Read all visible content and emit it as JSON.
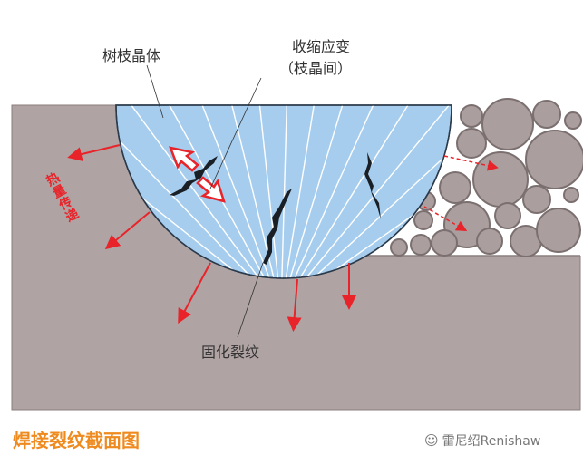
{
  "labels": {
    "dendrite": "树枝晶体",
    "shrinkage_strain": "收缩应变",
    "interdendritic": "（枝晶间）",
    "solidification_crack": "固化裂纹",
    "heat_transfer": "热量传递"
  },
  "caption": "焊接裂纹截面图",
  "watermark": {
    "icon": "wechat-icon",
    "text": "雷尼绍Renishaw"
  },
  "colors": {
    "weld": "#a6cdee",
    "base": "#afa3a3",
    "arrow": "#e8242a",
    "caption": "#ef8a1f"
  }
}
